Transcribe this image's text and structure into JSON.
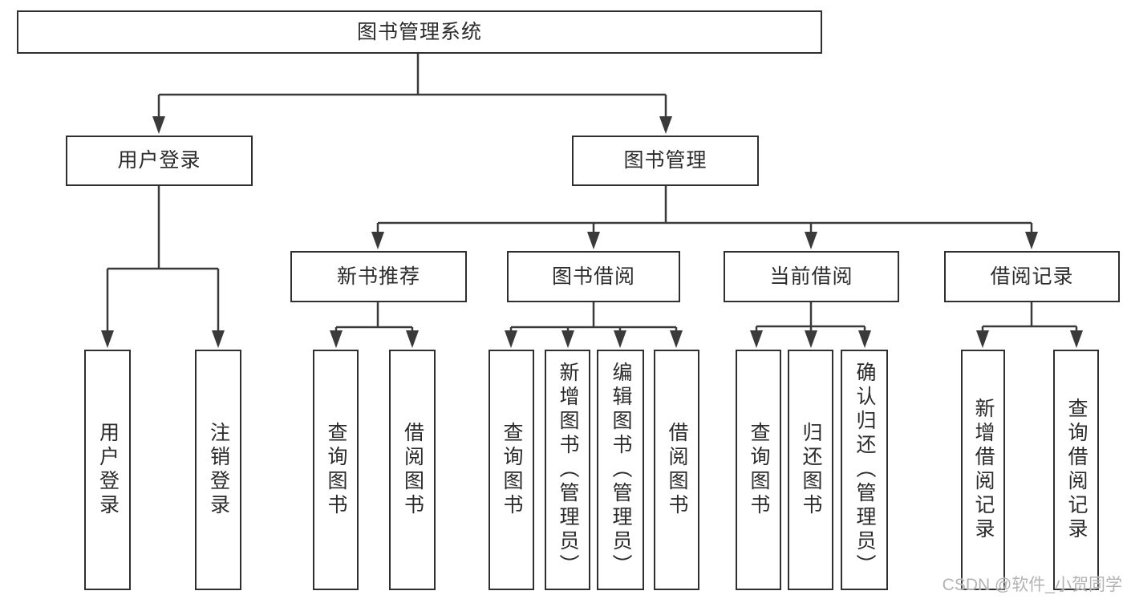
{
  "diagram": {
    "root": {
      "label": "图书管理系统"
    },
    "level2": [
      {
        "label": "用户登录"
      },
      {
        "label": "图书管理"
      }
    ],
    "level3": [
      {
        "label": "新书推荐"
      },
      {
        "label": "图书借阅"
      },
      {
        "label": "当前借阅"
      },
      {
        "label": "借阅记录"
      }
    ],
    "leaves": [
      {
        "label": "用户登录"
      },
      {
        "label": "注销登录"
      },
      {
        "label": "查询图书"
      },
      {
        "label": "借阅图书"
      },
      {
        "label": "查询图书"
      },
      {
        "label": "新增图书（管理员）"
      },
      {
        "label": "编辑图书（管理员）"
      },
      {
        "label": "借阅图书"
      },
      {
        "label": "查询图书"
      },
      {
        "label": "归还图书"
      },
      {
        "label": "确认归还（管理员）"
      },
      {
        "label": "新增借阅记录"
      },
      {
        "label": "查询借阅记录"
      }
    ],
    "watermark": "CSDN @软件_小贺同学",
    "colors": {
      "line": "#3a3a3a",
      "border": "#2f2f2f",
      "text": "#2b2b2b",
      "watermark": "#b3b3b3",
      "background": "#ffffff"
    }
  }
}
